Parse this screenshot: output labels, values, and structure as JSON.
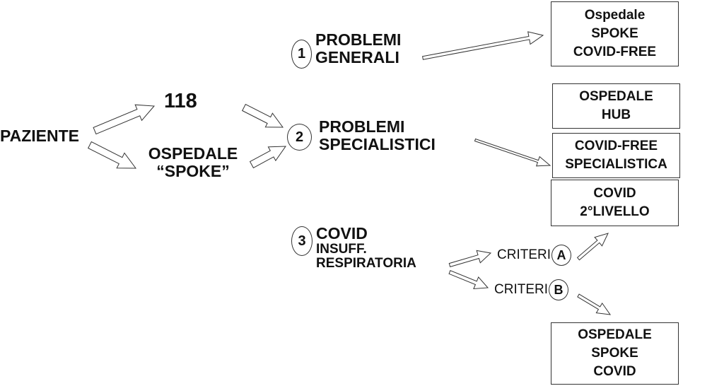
{
  "nodes": {
    "paziente": "PAZIENTE",
    "n118": "118",
    "ospedale_spoke": [
      "OSPEDALE",
      "“SPOKE”"
    ],
    "problemi_generali": [
      "PROBLEMI",
      "GENERALI"
    ],
    "problemi_specialistici": [
      "PROBLEMI",
      "SPECIALISTICI"
    ],
    "covid_insuff": [
      "COVID",
      "INSUFF.",
      "RESPIRATORIA"
    ],
    "criteri_a": {
      "label": "CRITERI",
      "letter": "A"
    },
    "criteri_b": {
      "label": "CRITERI",
      "letter": "B"
    }
  },
  "numbers": [
    "1",
    "2",
    "3"
  ],
  "boxes": {
    "spoke_covid_free": [
      "Ospedale",
      "SPOKE",
      "COVID-FREE"
    ],
    "hub": [
      "OSPEDALE",
      "HUB"
    ],
    "covid_free_specialistica": [
      "COVID-FREE",
      "SPECIALISTICA"
    ],
    "covid_2_livello": [
      "COVID",
      "2°LIVELLO"
    ],
    "spoke_covid": [
      "OSPEDALE",
      "SPOKE",
      "COVID"
    ]
  },
  "edges": [
    {
      "from": "PAZIENTE",
      "to": "118"
    },
    {
      "from": "PAZIENTE",
      "to": "OSPEDALE “SPOKE”"
    },
    {
      "from": "118",
      "to": "PROBLEMI SPECIALISTICI"
    },
    {
      "from": "OSPEDALE “SPOKE”",
      "to": "PROBLEMI SPECIALISTICI"
    },
    {
      "from": "PROBLEMI GENERALI",
      "to": "Ospedale SPOKE COVID-FREE"
    },
    {
      "from": "PROBLEMI SPECIALISTICI",
      "to": "COVID-FREE SPECIALISTICA"
    },
    {
      "from": "COVID INSUFF. RESPIRATORIA",
      "to": "CRITERI A"
    },
    {
      "from": "COVID INSUFF. RESPIRATORIA",
      "to": "CRITERI B"
    },
    {
      "from": "CRITERI A",
      "to": "COVID 2°LIVELLO"
    },
    {
      "from": "CRITERI B",
      "to": "OSPEDALE SPOKE COVID"
    }
  ],
  "colors": {
    "ink": "#111111",
    "line": "#333333",
    "background": "#ffffff"
  }
}
